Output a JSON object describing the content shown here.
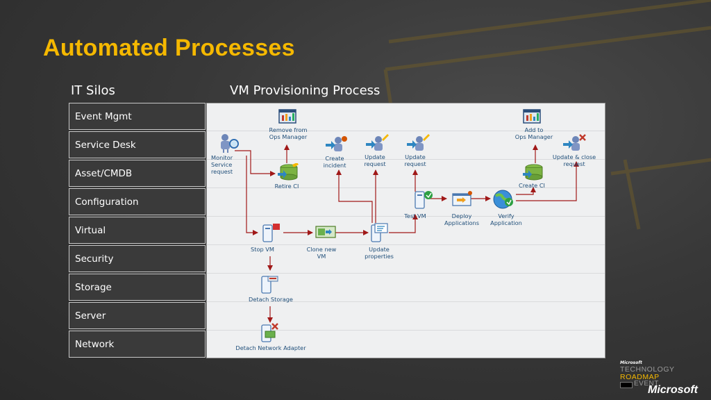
{
  "slide": {
    "title": "Automated Processes",
    "silos_header": "IT  Silos",
    "process_header": "VM Provisioning Process"
  },
  "silos": [
    {
      "label": "Event Mgmt"
    },
    {
      "label": "Service Desk"
    },
    {
      "label": "Asset/CMDB"
    },
    {
      "label": "Configuration"
    },
    {
      "label": "Virtual"
    },
    {
      "label": "Security"
    },
    {
      "label": "Storage"
    },
    {
      "label": "Server"
    },
    {
      "label": "Network"
    }
  ],
  "nodes": {
    "monitor": {
      "label": "Monitor\nService\nrequest",
      "icon": "person-monitor-icon"
    },
    "remove_ops": {
      "label": "Remove from\nOps Manager",
      "icon": "ops-manager-icon"
    },
    "retire_ci": {
      "label": "Retire CI",
      "icon": "database-icon"
    },
    "create_incident": {
      "label": "Create\nincident",
      "icon": "incident-icon"
    },
    "update_request_1": {
      "label": "Update\nrequest",
      "icon": "request-edit-icon"
    },
    "update_request_2": {
      "label": "Update\nrequest",
      "icon": "request-edit-icon"
    },
    "stop_vm": {
      "label": "Stop VM",
      "icon": "server-stop-icon"
    },
    "clone_vm": {
      "label": "Clone new\nVM",
      "icon": "clone-icon"
    },
    "update_props": {
      "label": "Update\nproperties",
      "icon": "properties-icon"
    },
    "test_vm": {
      "label": "Test VM",
      "icon": "server-check-icon"
    },
    "deploy_apps": {
      "label": "Deploy\nApplications",
      "icon": "deploy-icon"
    },
    "verify_app": {
      "label": "Verify\nApplication",
      "icon": "globe-check-icon"
    },
    "add_ops": {
      "label": "Add to\nOps Manager",
      "icon": "ops-manager-icon"
    },
    "create_ci": {
      "label": "Create CI",
      "icon": "database-icon"
    },
    "update_close": {
      "label": "Update & close\nrequest",
      "icon": "request-close-icon"
    },
    "detach_storage": {
      "label": "Detach Storage",
      "icon": "storage-icon"
    },
    "detach_network": {
      "label": "Detach Network Adapter",
      "icon": "network-adapter-icon"
    }
  },
  "colors": {
    "title": "#f5b800",
    "arrow": "#a01818",
    "label": "#1f4e79",
    "panel": "#eff0f1"
  },
  "brand": {
    "ms_small": "Microsoft",
    "line1": "TECHNOLOGY",
    "line2": "ROADMAP",
    "line3": "EVENT",
    "ms": "Microsoft"
  }
}
